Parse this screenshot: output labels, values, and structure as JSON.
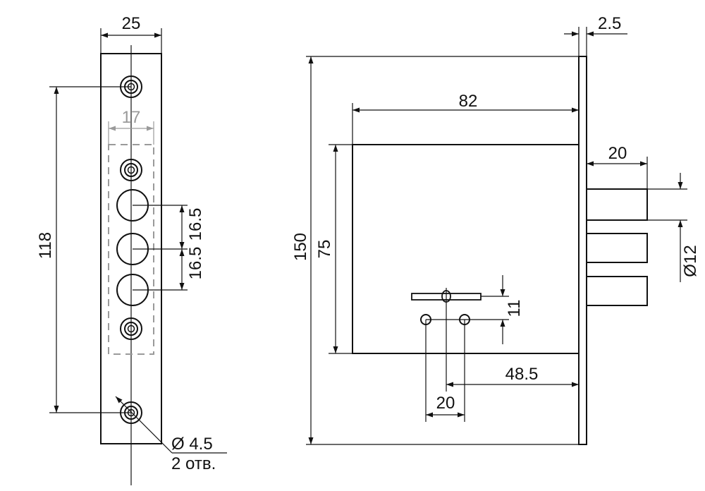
{
  "colors": {
    "line": "#111111",
    "thin": "#222222",
    "gray": "#9a9a9a",
    "background": "#ffffff"
  },
  "front_view": {
    "width_label": "25",
    "inner_width_label": "17",
    "height_label": "118",
    "spacing_upper_label": "16.5",
    "spacing_lower_label": "16.5",
    "hole_diameter_label": "Ø 4.5",
    "hole_count_label": "2 отв."
  },
  "side_view": {
    "faceplate_thickness_label": "2.5",
    "total_height_label": "150",
    "case_depth_label": "82",
    "case_height_label": "75",
    "bolt_projection_label": "20",
    "bolt_diameter_label": "Ø12",
    "keyhole_spacing_label": "11",
    "backset_label": "48.5",
    "hole_spacing_label": "20"
  }
}
